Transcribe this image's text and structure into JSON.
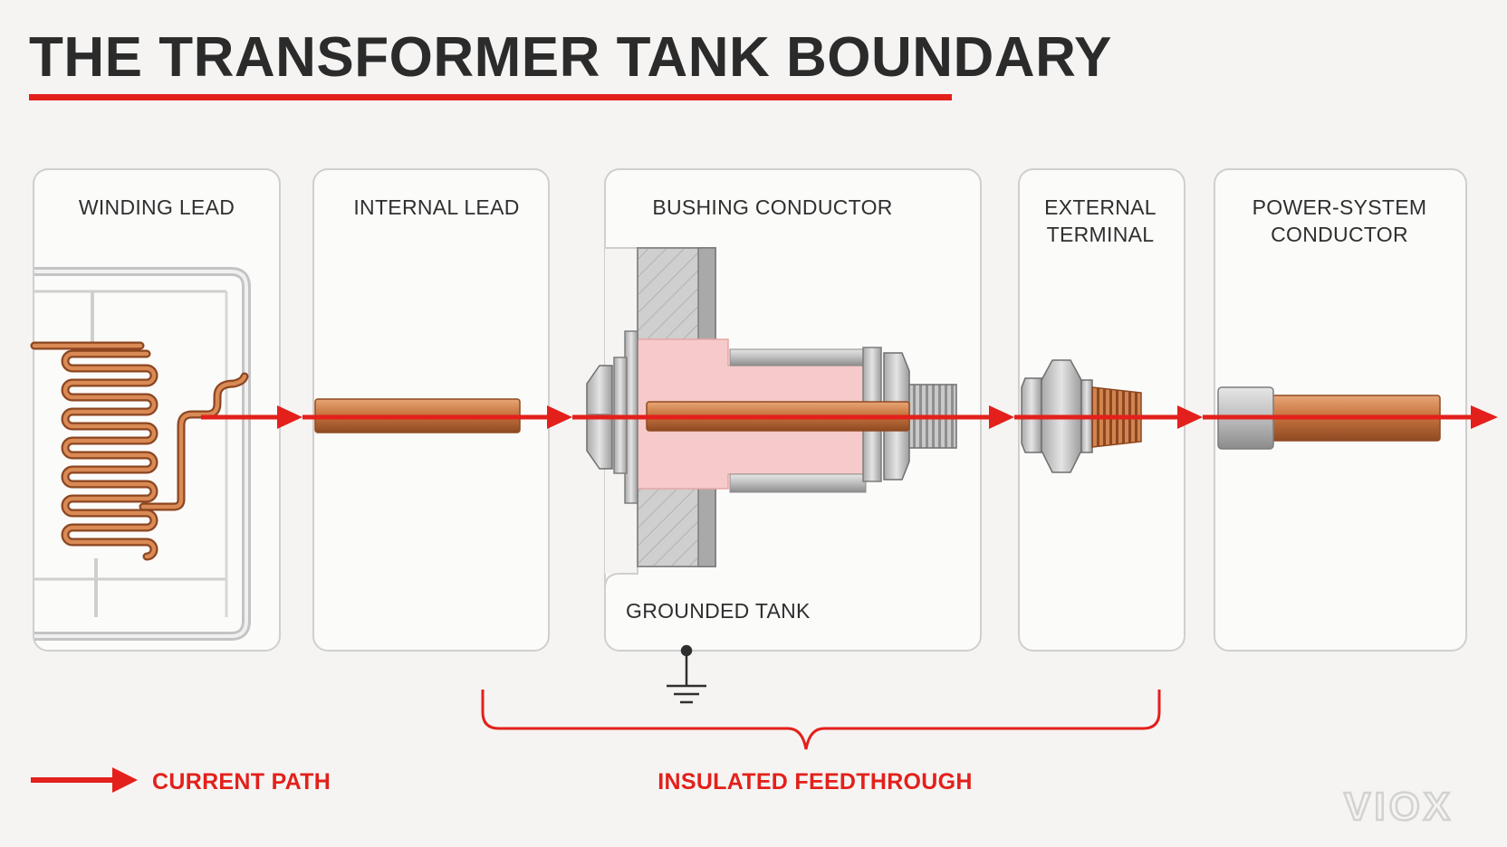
{
  "title": "THE TRANSFORMER TANK BOUNDARY",
  "panels": [
    {
      "label_lines": [
        "WINDING LEAD"
      ]
    },
    {
      "label_lines": [
        "INTERNAL LEAD"
      ]
    },
    {
      "label_lines": [
        "BUSHING CONDUCTOR"
      ]
    },
    {
      "label_lines": [
        "EXTERNAL",
        "TERMINAL"
      ]
    },
    {
      "label_lines": [
        "POWER-SYSTEM",
        "CONDUCTOR"
      ]
    }
  ],
  "grounded_tank_label": "GROUNDED TANK",
  "legend": {
    "current_path": "CURRENT PATH"
  },
  "bracket_label": "INSULATED FEEDTHROUGH",
  "logo": "VIOX",
  "colors": {
    "accent_red": "#e3201b",
    "copper": "#c8743f",
    "copper_dark": "#9a5226",
    "insulator_pink": "#f6caca",
    "steel": "#b9b9b9",
    "steel_dark": "#7d7d7d",
    "panel_border": "#cfcfcf",
    "title": "#2b2b2b"
  }
}
